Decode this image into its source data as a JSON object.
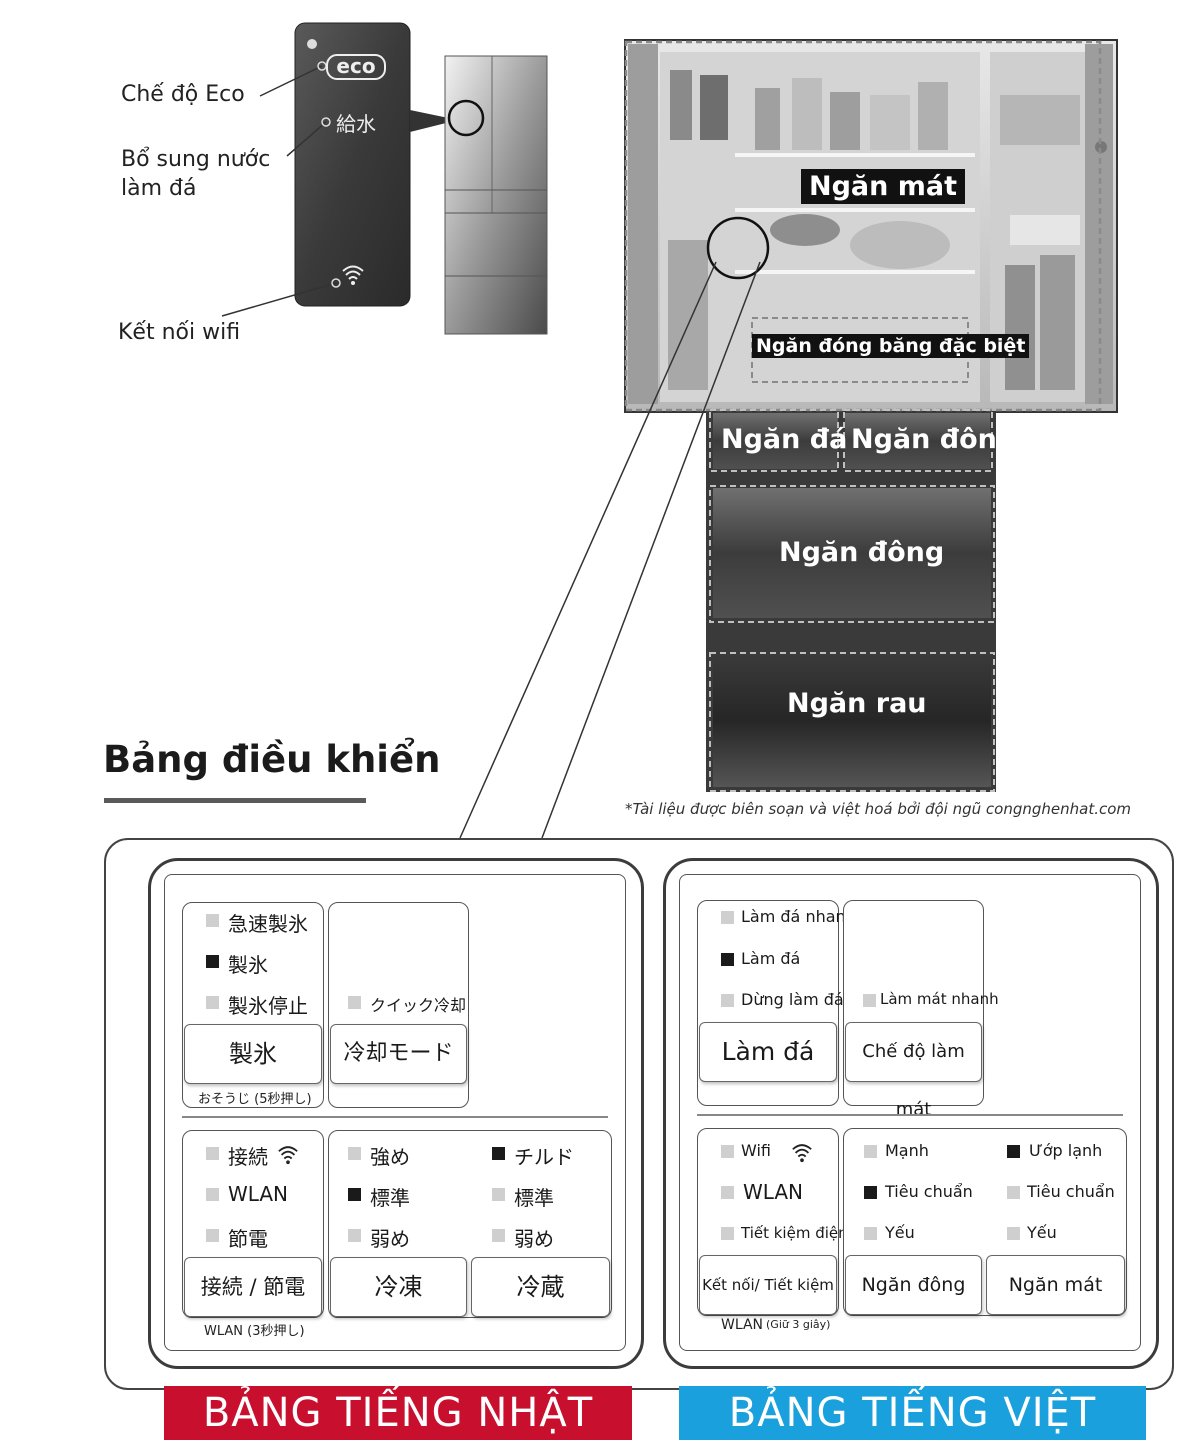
{
  "door_panel": {
    "callouts": {
      "eco_mode": "Chế độ Eco",
      "ice_water_line1": "Bổ sung nước",
      "ice_water_line2": "làm đá",
      "wifi": "Kết nối wifi"
    },
    "panel_text": {
      "eco": "eco",
      "water": "給水"
    },
    "icons": [
      "eco-icon",
      "wifi-icon"
    ]
  },
  "fridge_zones": {
    "refrigerator": "Ngăn mát",
    "special_freeze": "Ngăn đóng băng đặc biệt",
    "ice": "Ngăn đá",
    "freezer_small": "Ngăn đông",
    "freezer": "Ngăn đông",
    "vegetable": "Ngăn rau"
  },
  "control_panel": {
    "title": "Bảng điều khiển",
    "credit": "*Tài liệu được biên soạn và việt hoá bởi đội ngũ congnghenhat.com",
    "japanese": {
      "ice_group": {
        "leds": [
          "急速製氷",
          "製氷",
          "製氷停止"
        ],
        "button": "製氷",
        "caption": "おそうじ (5秒押し)"
      },
      "cool_group": {
        "leds": [
          "クイック冷却"
        ],
        "button": "冷却モード"
      },
      "wlan_group": {
        "leds": [
          "接続",
          "WLAN",
          "節電"
        ],
        "button": "接続 / 節電",
        "caption": "WLAN (3秒押し)"
      },
      "freeze_group": {
        "leds": [
          "強め",
          "標準",
          "弱め"
        ],
        "button": "冷凍"
      },
      "fridge_group": {
        "leds": [
          "チルド",
          "標準",
          "弱め"
        ],
        "button": "冷蔵"
      }
    },
    "vietnamese": {
      "ice_group": {
        "leds": [
          "Làm đá nhanh",
          "Làm đá",
          "Dừng làm đá"
        ],
        "button": "Làm đá"
      },
      "cool_group": {
        "leds": [
          "Làm mát nhanh"
        ],
        "button": "Chế độ làm mát"
      },
      "wlan_group": {
        "leds": [
          "Wifi",
          "WLAN",
          "Tiết kiệm điện"
        ],
        "button": "Kết nối/ Tiết kiệm",
        "caption_main": "WLAN",
        "caption_small": "(Giữ 3 giây)"
      },
      "freeze_group": {
        "leds": [
          "Mạnh",
          "Tiêu chuẩn",
          "Yếu"
        ],
        "button": "Ngăn đông"
      },
      "fridge_group": {
        "leds": [
          "Ướp lạnh",
          "Tiêu chuẩn",
          "Yếu"
        ],
        "button": "Ngăn mát"
      }
    }
  },
  "banners": {
    "japanese": "BẢNG TIẾNG NHẬT",
    "vietnamese": "BẢNG TIẾNG VIỆT"
  },
  "colors": {
    "japanese_banner": "#c8102e",
    "vietnamese_banner": "#1aa0dc",
    "led_on": "#1a1a1a",
    "led_off": "#cfcfcf"
  }
}
